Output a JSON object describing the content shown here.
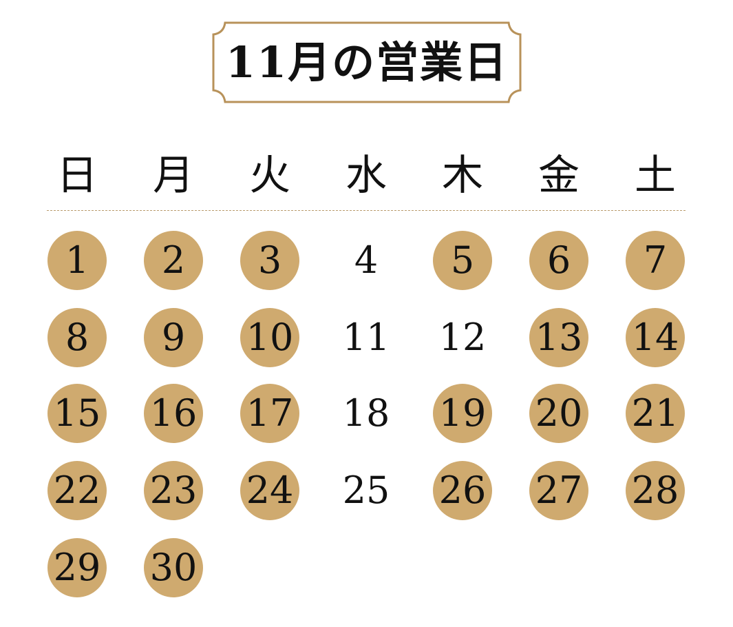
{
  "title": "11月の営業日",
  "colors": {
    "open_day_fill": "#cfaa6f",
    "frame": "#b8925a",
    "divider": "#b99a6b",
    "text": "#111111"
  },
  "weekdays": [
    "日",
    "月",
    "火",
    "水",
    "木",
    "金",
    "土"
  ],
  "weeks": [
    [
      {
        "day": "1",
        "open": true
      },
      {
        "day": "2",
        "open": true
      },
      {
        "day": "3",
        "open": true
      },
      {
        "day": "4",
        "open": false
      },
      {
        "day": "5",
        "open": true
      },
      {
        "day": "6",
        "open": true
      },
      {
        "day": "7",
        "open": true
      }
    ],
    [
      {
        "day": "8",
        "open": true
      },
      {
        "day": "9",
        "open": true
      },
      {
        "day": "10",
        "open": true
      },
      {
        "day": "11",
        "open": false
      },
      {
        "day": "12",
        "open": false
      },
      {
        "day": "13",
        "open": true
      },
      {
        "day": "14",
        "open": true
      }
    ],
    [
      {
        "day": "15",
        "open": true
      },
      {
        "day": "16",
        "open": true
      },
      {
        "day": "17",
        "open": true
      },
      {
        "day": "18",
        "open": false
      },
      {
        "day": "19",
        "open": true
      },
      {
        "day": "20",
        "open": true
      },
      {
        "day": "21",
        "open": true
      }
    ],
    [
      {
        "day": "22",
        "open": true
      },
      {
        "day": "23",
        "open": true
      },
      {
        "day": "24",
        "open": true
      },
      {
        "day": "25",
        "open": false
      },
      {
        "day": "26",
        "open": true
      },
      {
        "day": "27",
        "open": true
      },
      {
        "day": "28",
        "open": true
      }
    ],
    [
      {
        "day": "29",
        "open": true
      },
      {
        "day": "30",
        "open": true
      }
    ]
  ]
}
